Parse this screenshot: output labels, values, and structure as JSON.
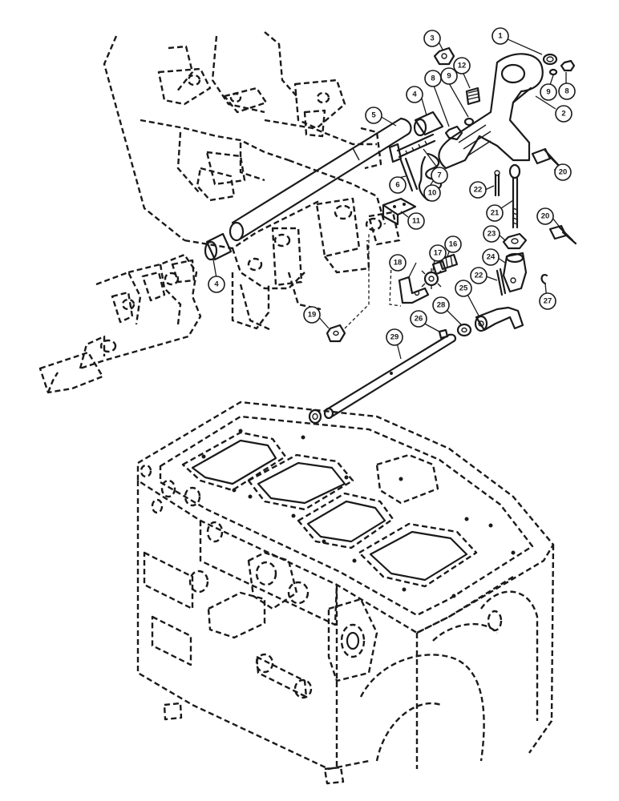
{
  "callouts": [
    {
      "id": "c1",
      "label": "1"
    },
    {
      "id": "c3",
      "label": "3"
    },
    {
      "id": "c12",
      "label": "12"
    },
    {
      "id": "c8a",
      "label": "8"
    },
    {
      "id": "c9a",
      "label": "9"
    },
    {
      "id": "c4a",
      "label": "4"
    },
    {
      "id": "c9b",
      "label": "9"
    },
    {
      "id": "c8b",
      "label": "8"
    },
    {
      "id": "c5",
      "label": "5"
    },
    {
      "id": "c2",
      "label": "2"
    },
    {
      "id": "c20a",
      "label": "20"
    },
    {
      "id": "c6",
      "label": "6"
    },
    {
      "id": "c7",
      "label": "7"
    },
    {
      "id": "c10",
      "label": "10"
    },
    {
      "id": "c22a",
      "label": "22"
    },
    {
      "id": "c11",
      "label": "11"
    },
    {
      "id": "c21",
      "label": "21"
    },
    {
      "id": "c20b",
      "label": "20"
    },
    {
      "id": "c23",
      "label": "23"
    },
    {
      "id": "c16",
      "label": "16"
    },
    {
      "id": "c17",
      "label": "17"
    },
    {
      "id": "c24",
      "label": "24"
    },
    {
      "id": "c18",
      "label": "18"
    },
    {
      "id": "c4b",
      "label": "4"
    },
    {
      "id": "c22b",
      "label": "22"
    },
    {
      "id": "c25",
      "label": "25"
    },
    {
      "id": "c27",
      "label": "27"
    },
    {
      "id": "c19",
      "label": "19"
    },
    {
      "id": "c28",
      "label": "28"
    },
    {
      "id": "c26",
      "label": "26"
    },
    {
      "id": "c29",
      "label": "29"
    }
  ]
}
